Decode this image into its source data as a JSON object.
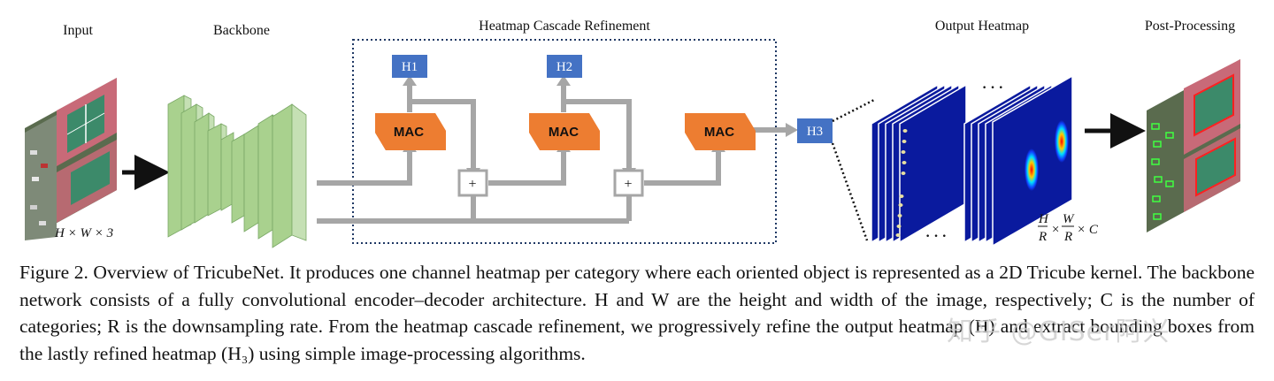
{
  "stages": {
    "input": "Input",
    "backbone": "Backbone",
    "refinement": "Heatmap Cascade Refinement",
    "output": "Output Heatmap",
    "post": "Post-Processing"
  },
  "input_dims": "H × W × 3",
  "output_dims_suffix": "× C",
  "boxes": {
    "h1": "H1",
    "h2": "H2",
    "h3": "H3",
    "mac": "MAC",
    "plus": "+"
  },
  "ellipsis": "· · ·",
  "caption": {
    "prefix": "Figure 2.",
    "text": " Overview of TricubeNet. It produces one channel heatmap per category where each oriented object is represented as a 2D Tricube kernel. The backbone network consists of a fully convolutional encoder–decoder architecture. H and W are the height and width of the image, respectively; C is the number of categories; R is the downsampling rate. From the heatmap cascade refinement, we progressively refine the output heatmap (H) and extract bounding boxes from the lastly refined heatmap (H₃) using simple image-processing algorithms."
  },
  "watermark": "知乎 @GISer阿兴",
  "colors": {
    "blue_box": "#4472c4",
    "mac": "#ed7d31",
    "backbone": "#a9d18e",
    "arrow_gray": "#a6a6a6",
    "heatmap_bg": "#0a1a9e",
    "dotted_border": "#1f3864"
  }
}
